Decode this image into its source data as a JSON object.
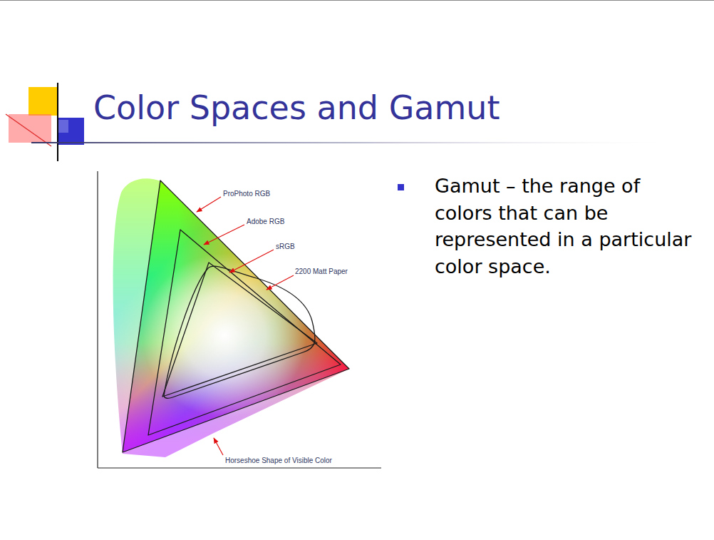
{
  "diagram": {
    "title": "Color Spaces and Gamut",
    "labels": [
      "ProPhoto RGB",
      "Adobe RGB",
      "sRGB",
      "2200 Matt Paper",
      "Horseshoe Shape of Visible Color",
      "Gamut – the range of colors that can be represented in a particular color space."
    ]
  }
}
